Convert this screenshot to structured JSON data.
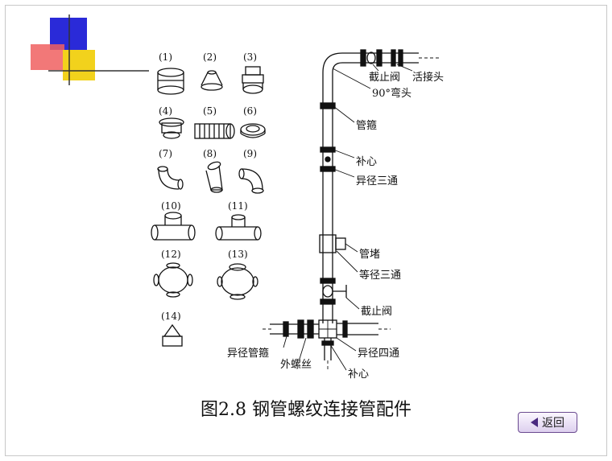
{
  "caption": "图2.8  钢管螺纹连接管配件",
  "back_button": {
    "label": "返回"
  },
  "fittings": {
    "n1": "(1)",
    "n2": "(2)",
    "n3": "(3)",
    "n4": "(4)",
    "n5": "(5)",
    "n6": "(6)",
    "n7": "(7)",
    "n8": "(8)",
    "n9": "(9)",
    "n10": "(10)",
    "n11": "(11)",
    "n12": "(12)",
    "n13": "(13)",
    "n14": "(14)"
  },
  "labels": {
    "shutoff_valve_top": "截止阀",
    "union": "活接头",
    "elbow_90": "90°弯头",
    "coupling": "管箍",
    "bushing_1": "补心",
    "reducing_tee": "异径三通",
    "plug": "管堵",
    "equal_tee": "等径三通",
    "shutoff_valve_mid": "截止阀",
    "reducing_coupling": "异径管箍",
    "nipple": "外螺丝",
    "reducing_cross": "异径四通",
    "bushing_2": "补心"
  },
  "colors": {
    "deco_blue": "#2a2ad8",
    "deco_red": "#f06060",
    "deco_yellow": "#f2d21c",
    "button_border": "#6a4a90"
  }
}
